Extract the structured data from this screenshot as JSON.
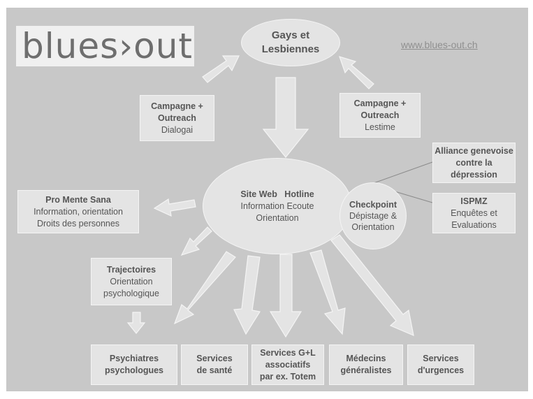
{
  "logo": {
    "text": "blues›out"
  },
  "url": "www.blues-out.ch",
  "top_oval": {
    "line1": "Gays et",
    "line2": "Lesbiennes"
  },
  "campaign_left": {
    "title1": "Campagne +",
    "title2": "Outreach",
    "sub": "Dialogai"
  },
  "campaign_right": {
    "title1": "Campagne +",
    "title2": "Outreach",
    "sub": "Lestime"
  },
  "center_oval": {
    "head": "Site Web   Hotline",
    "line2": "Information Ecoute",
    "line3": "Orientation"
  },
  "checkpoint": {
    "title": "Checkpoint",
    "line2": "Dépistage &",
    "line3": "Orientation"
  },
  "alliance": {
    "line1": "Alliance genevoise",
    "line2": "contre la",
    "line3": "dépression"
  },
  "ispmz": {
    "title": "ISPMZ",
    "line2": "Enquêtes et",
    "line3": "Evaluations"
  },
  "pro_mente": {
    "title": "Pro Mente Sana",
    "line2": "Information, orientation",
    "line3": "Droits des personnes"
  },
  "trajectoires": {
    "title": "Trajectoires",
    "line2": "Orientation",
    "line3": "psychologique"
  },
  "bottom": {
    "psychiatres": {
      "line1": "Psychiatres",
      "line2": "psychologues"
    },
    "sante": {
      "line1": "Services",
      "line2": "de santé"
    },
    "associatifs": {
      "line1": "Services G+L",
      "line2": "associatifs",
      "line3": "par ex. Totem"
    },
    "medecins": {
      "line1": "Médecins",
      "line2": "généralistes"
    },
    "urgences": {
      "line1": "Services",
      "line2": "d'urgences"
    }
  }
}
